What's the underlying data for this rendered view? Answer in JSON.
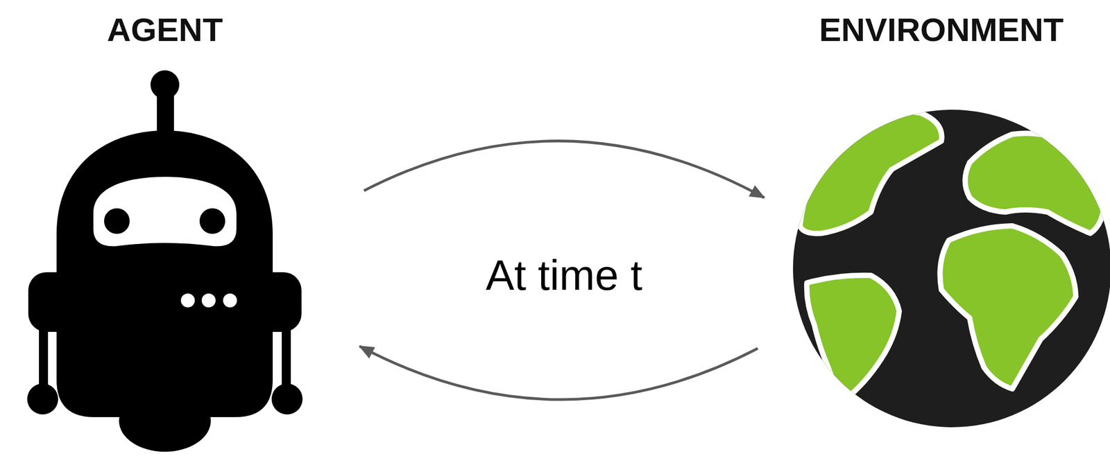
{
  "diagram": {
    "nodes": [
      {
        "text": [
          "AGENT"
        ]
      },
      {
        "text": [
          "ENVIRONMENT"
        ]
      }
    ],
    "edges": [
      {
        "from": 0,
        "to": 1,
        "arrow": "to"
      },
      {
        "from": 1,
        "to": 0,
        "arrow": "to"
      }
    ],
    "labels": [
      "At time t"
    ]
  }
}
